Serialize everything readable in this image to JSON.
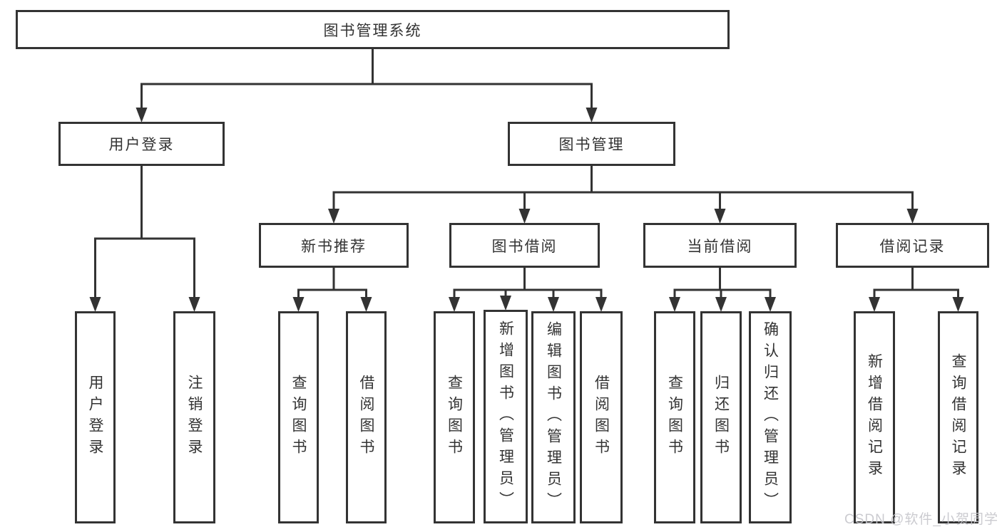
{
  "diagram": {
    "title": "图书管理系统",
    "nodes": [
      {
        "id": "root",
        "label": "图书管理系统"
      },
      {
        "id": "login",
        "label": "用户登录"
      },
      {
        "id": "bookmgmt",
        "label": "图书管理"
      },
      {
        "id": "newbook",
        "label": "新书推荐"
      },
      {
        "id": "borrow",
        "label": "图书借阅"
      },
      {
        "id": "current",
        "label": "当前借阅"
      },
      {
        "id": "records",
        "label": "借阅记录"
      },
      {
        "id": "login-user",
        "label": "用户登录"
      },
      {
        "id": "login-logout",
        "label": "注销登录"
      },
      {
        "id": "nb-query",
        "label": "查询图书"
      },
      {
        "id": "nb-borrow",
        "label": "借阅图书"
      },
      {
        "id": "bw-query",
        "label": "查询图书"
      },
      {
        "id": "bw-add",
        "label": "新增图书（管理员）"
      },
      {
        "id": "bw-edit",
        "label": "编辑图书（管理员）"
      },
      {
        "id": "bw-borrow",
        "label": "借阅图书"
      },
      {
        "id": "cur-query",
        "label": "查询图书"
      },
      {
        "id": "cur-return",
        "label": "归还图书"
      },
      {
        "id": "cur-confirm",
        "label": "确认归还（管理员）"
      },
      {
        "id": "rec-add",
        "label": "新增借阅记录"
      },
      {
        "id": "rec-query",
        "label": "查询借阅记录"
      }
    ],
    "edges": [
      [
        "root",
        "login"
      ],
      [
        "root",
        "bookmgmt"
      ],
      [
        "login",
        "login-user"
      ],
      [
        "login",
        "login-logout"
      ],
      [
        "bookmgmt",
        "newbook"
      ],
      [
        "bookmgmt",
        "borrow"
      ],
      [
        "bookmgmt",
        "current"
      ],
      [
        "bookmgmt",
        "records"
      ],
      [
        "newbook",
        "nb-query"
      ],
      [
        "newbook",
        "nb-borrow"
      ],
      [
        "borrow",
        "bw-query"
      ],
      [
        "borrow",
        "bw-add"
      ],
      [
        "borrow",
        "bw-edit"
      ],
      [
        "borrow",
        "bw-borrow"
      ],
      [
        "current",
        "cur-query"
      ],
      [
        "current",
        "cur-return"
      ],
      [
        "current",
        "cur-confirm"
      ],
      [
        "records",
        "rec-add"
      ],
      [
        "records",
        "rec-query"
      ]
    ]
  },
  "watermark": {
    "text": "CSDN @软件_小贺同学"
  },
  "colors": {
    "line": "#333333",
    "text": "#333333",
    "watermark": "#c6c6cb",
    "background": "#ffffff"
  }
}
